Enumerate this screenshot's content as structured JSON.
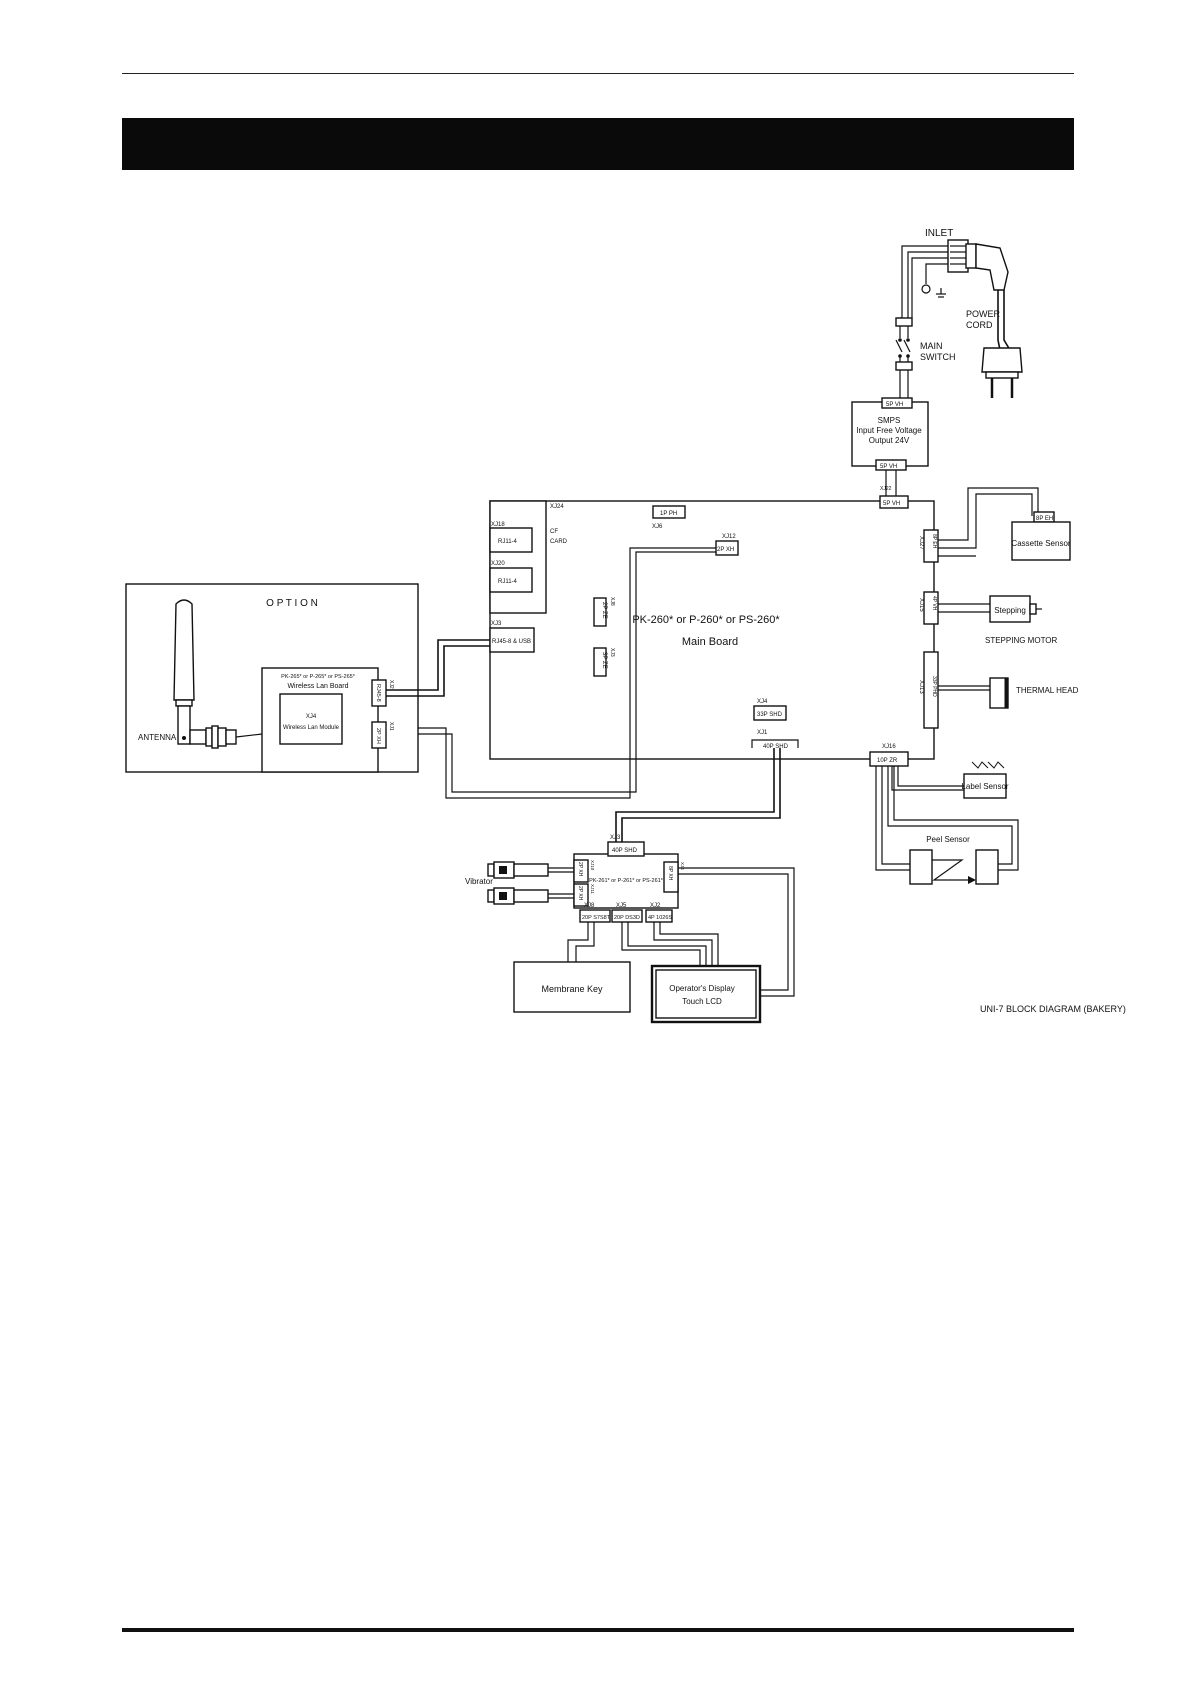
{
  "diagram": {
    "caption": "UNI-7 BLOCK DIAGRAM (BAKERY)",
    "power": {
      "inlet": "INLET",
      "power_cord_1": "POWER",
      "power_cord_2": "CORD",
      "main_switch_1": "MAIN",
      "main_switch_2": "SWITCH",
      "smps_in_conn": "5P VH",
      "smps_title": "SMPS",
      "smps_line2": "Input Free Voltage",
      "smps_line3": "Output 24V",
      "smps_out_conn": "5P VH"
    },
    "main_board": {
      "title_1": "PK-260* or P-260* or PS-260*",
      "title_2": "Main Board",
      "xj24": "XJ24",
      "cf_1": "CF",
      "cf_2": "CARD",
      "xj18": "XJ18",
      "rj11_a": "RJ11-4",
      "xj20": "XJ20",
      "rj11_b": "RJ11-4",
      "xj3": "XJ3",
      "rj45_usb": "RJ45-8 & USB",
      "conn_1p_ph": "1P PH",
      "xj6": "XJ6",
      "xj12": "XJ12",
      "conn_2p_xh": "2P XH",
      "vertical_a": "2P ZE",
      "vertical_a_side": "XJ8",
      "vertical_b": "3P ZE",
      "vertical_b_side": "XJ3",
      "xj4": "XJ4",
      "conn_33p_shd": "33P SHD",
      "xj1": "XJ1",
      "conn_40p_shd": "40P SHD",
      "xj22": "XJ22",
      "conn_5p_vh": "5P VH",
      "xj27": "XJ27",
      "conn_xj27": "8P EH",
      "xj15": "XJ15",
      "conn_xj15": "4P VH",
      "xj13": "XJ13",
      "conn_xj13": "33P PHD",
      "xj16": "XJ16",
      "conn_10p_zr": "10P ZR"
    },
    "peripherals": {
      "cassette_conn": "8P EH",
      "cassette_sensor": "Cassette Sensor",
      "stepping": "Stepping",
      "stepping_motor": "STEPPING MOTOR",
      "thermal_head": "THERMAL HEAD",
      "label_sensor": "Label Sensor",
      "peel_sensor": "Peel Sensor"
    },
    "option": {
      "title": "O P T I O N",
      "board_1": "PK-265* or P-265* or PS-265*",
      "board_2": "Wireless Lan Board",
      "module_code": "XJ4",
      "module_name": "Wireless Lan Module",
      "rj45_conn": "RJ45-8",
      "rj45_side": "XJ2",
      "pw_conn": "2P XH",
      "pw_side": "XJ1",
      "antenna": "ANTENNA"
    },
    "lower": {
      "xj3": "XJ3",
      "conn_40p_shd": "40P SHD",
      "board": "PK-261* or P-261* or PS-261*",
      "vib_conn_a": "2P XH",
      "vib_conn_a_side": "XJ10",
      "vib_conn_b": "2P XH",
      "vib_conn_b_side": "XJ11",
      "right_conn": "8P XH",
      "right_side": "XJ4",
      "vibrator": "Vibrator",
      "xj8": "XJ8",
      "conn_xj8": "20P S7S8T",
      "xj5": "XJ5",
      "conn_xj5": "20P DS3D",
      "xj2": "XJ2",
      "conn_xj2": "4P 1026S",
      "membrane_key": "Membrane Key",
      "display_1": "Operator's Display",
      "display_2": "Touch LCD"
    }
  }
}
